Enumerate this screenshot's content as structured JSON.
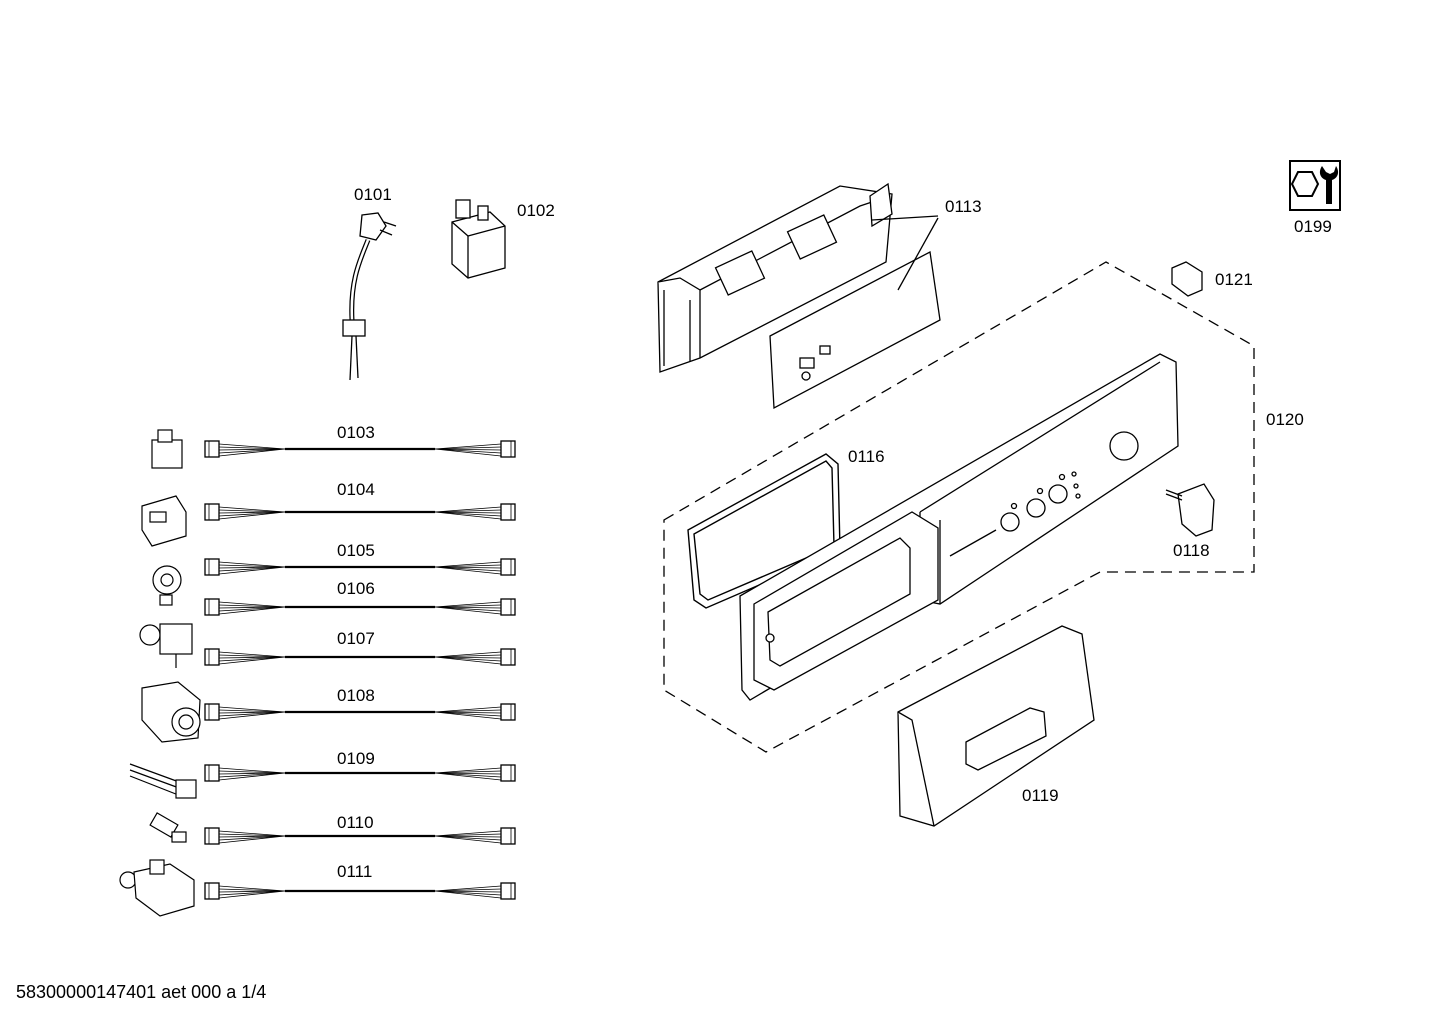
{
  "parts": {
    "p0101": "0101",
    "p0102": "0102",
    "p0103": "0103",
    "p0104": "0104",
    "p0105": "0105",
    "p0106": "0106",
    "p0107": "0107",
    "p0108": "0108",
    "p0109": "0109",
    "p0110": "0110",
    "p0111": "0111",
    "p0113": "0113",
    "p0116": "0116",
    "p0118": "0118",
    "p0119": "0119",
    "p0120": "0120",
    "p0121": "0121",
    "p0199": "0199"
  },
  "footer": "58300000147401 aet 000 a 1/4",
  "icons": {
    "tool": "service-tool-icon"
  }
}
